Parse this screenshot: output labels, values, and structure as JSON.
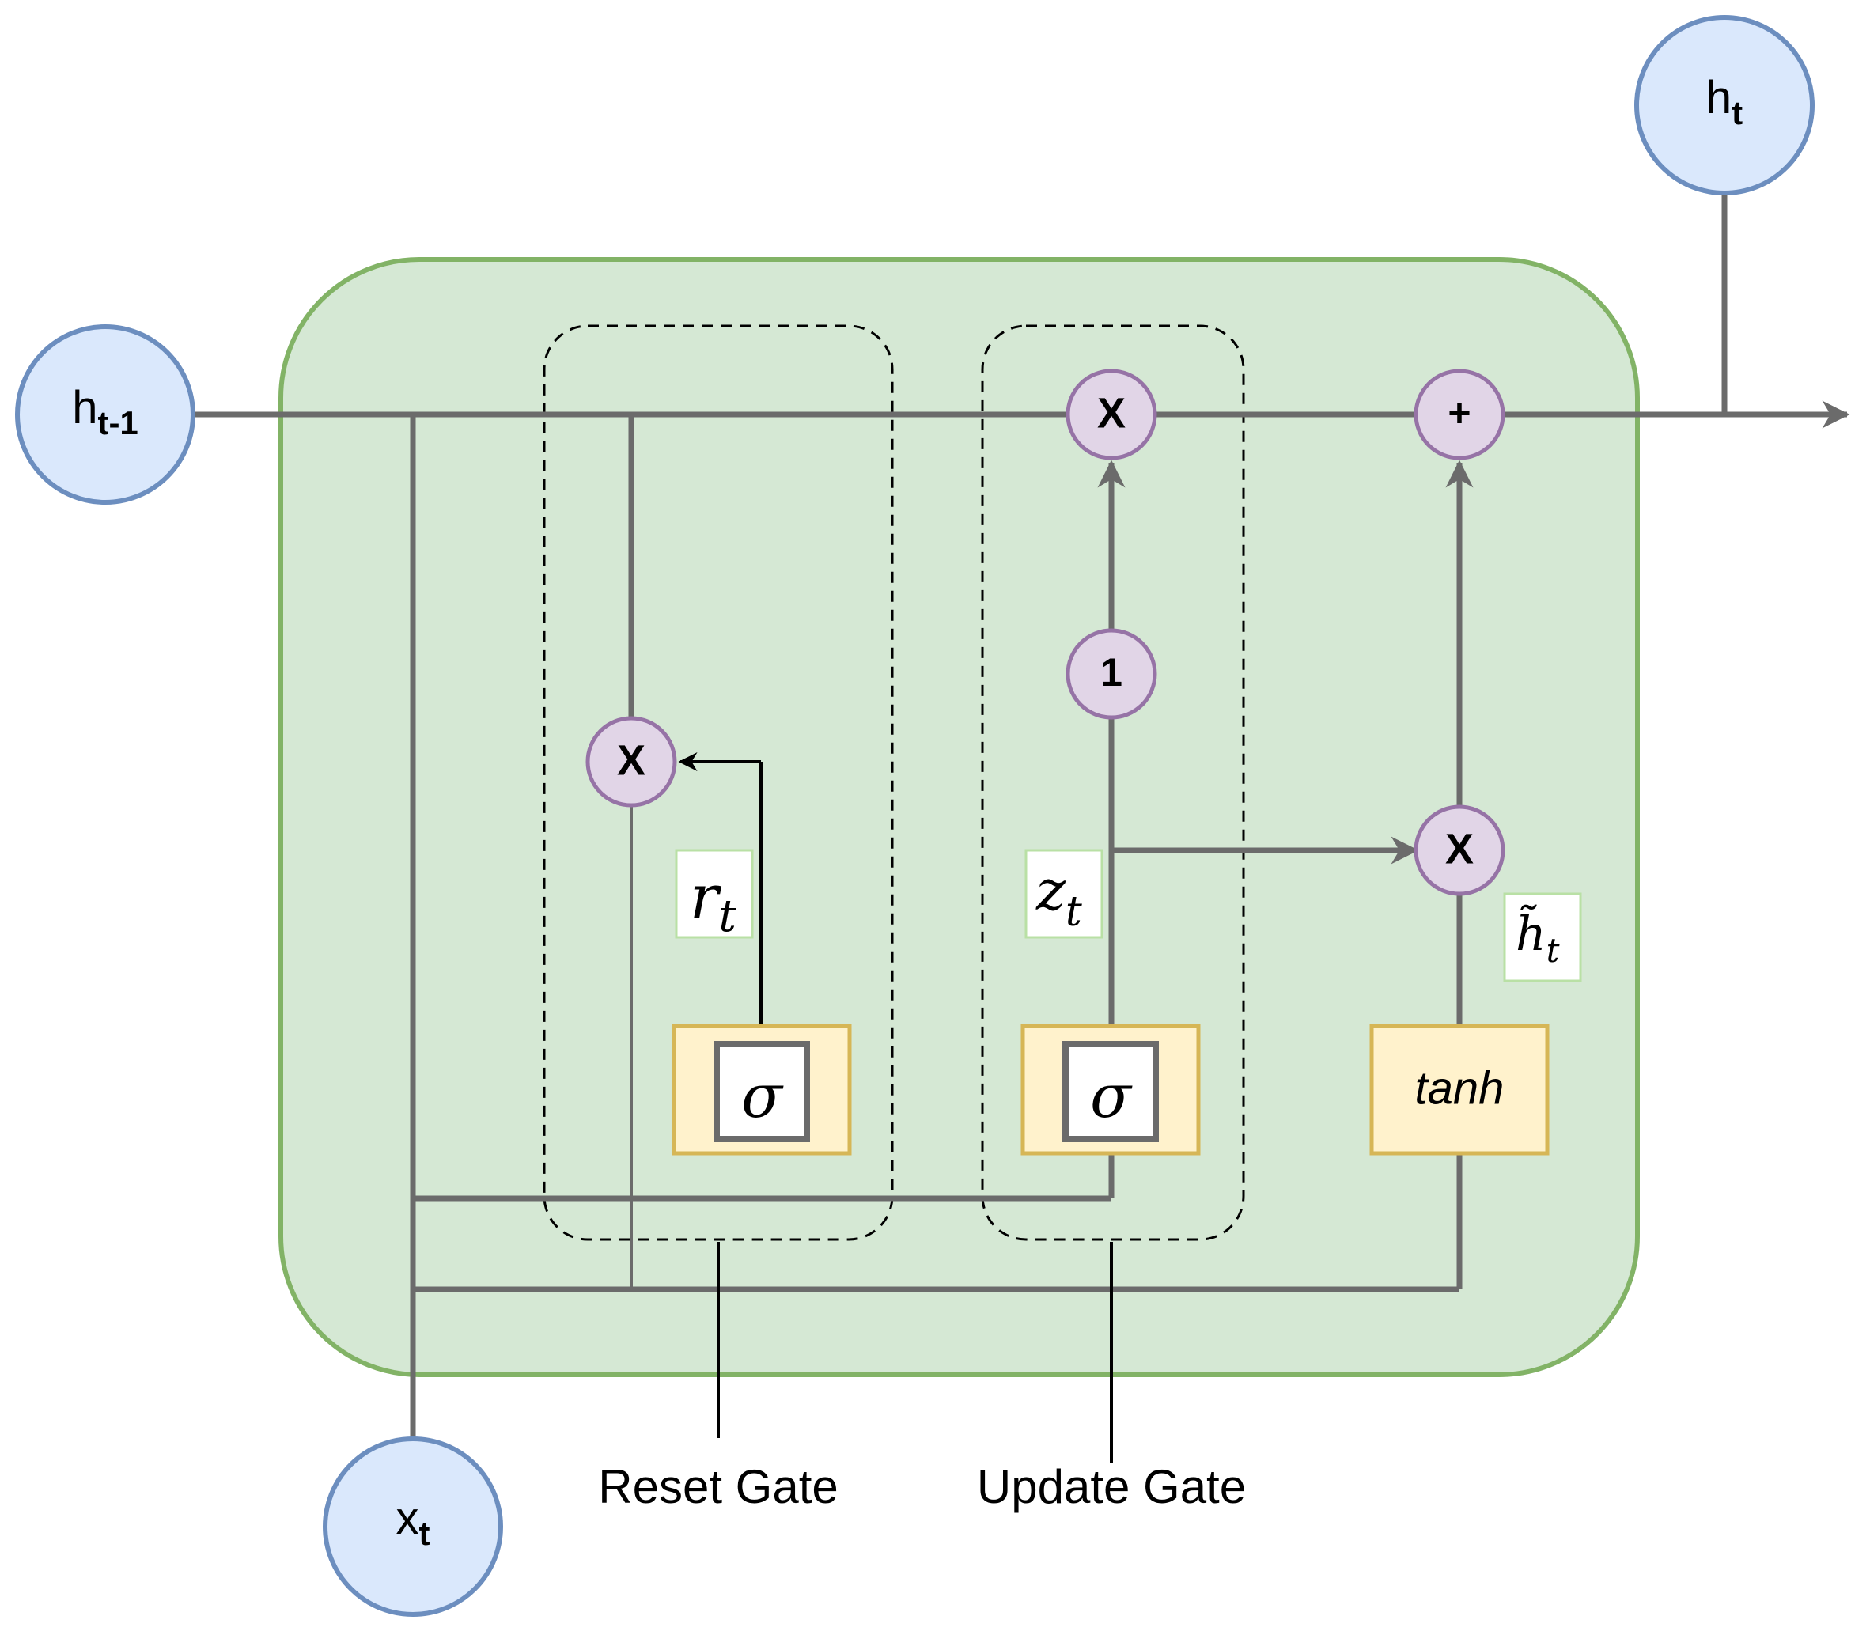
{
  "inputs": {
    "h_prev": {
      "base": "h",
      "sub": "t-1"
    },
    "x_t": {
      "base": "x",
      "sub": "t"
    }
  },
  "outputs": {
    "h_t": {
      "base": "h",
      "sub": "t"
    }
  },
  "operators": {
    "multiply": "X",
    "add": "+",
    "one_minus": "1"
  },
  "gate_labels": {
    "reset_gate": "Reset Gate",
    "update_gate": "Update Gate"
  },
  "signals": {
    "r_t": {
      "base": "r",
      "sub": "t"
    },
    "z_t": {
      "base": "z",
      "sub": "t"
    },
    "h_tilde": {
      "base": "h̃",
      "sub": "t"
    }
  },
  "activations": {
    "sigma_reset": "σ",
    "sigma_update": "σ",
    "tanh": "tanh"
  },
  "colors": {
    "cell_fill": "#d5e8d4",
    "cell_stroke": "#82b366",
    "io_fill": "#dae8fc",
    "io_stroke": "#6c8ebf",
    "op_fill": "#e1d5e7",
    "op_stroke": "#9673a6",
    "act_fill": "#fff2cc",
    "act_stroke": "#d6b656",
    "line": "#6b6b6b"
  }
}
